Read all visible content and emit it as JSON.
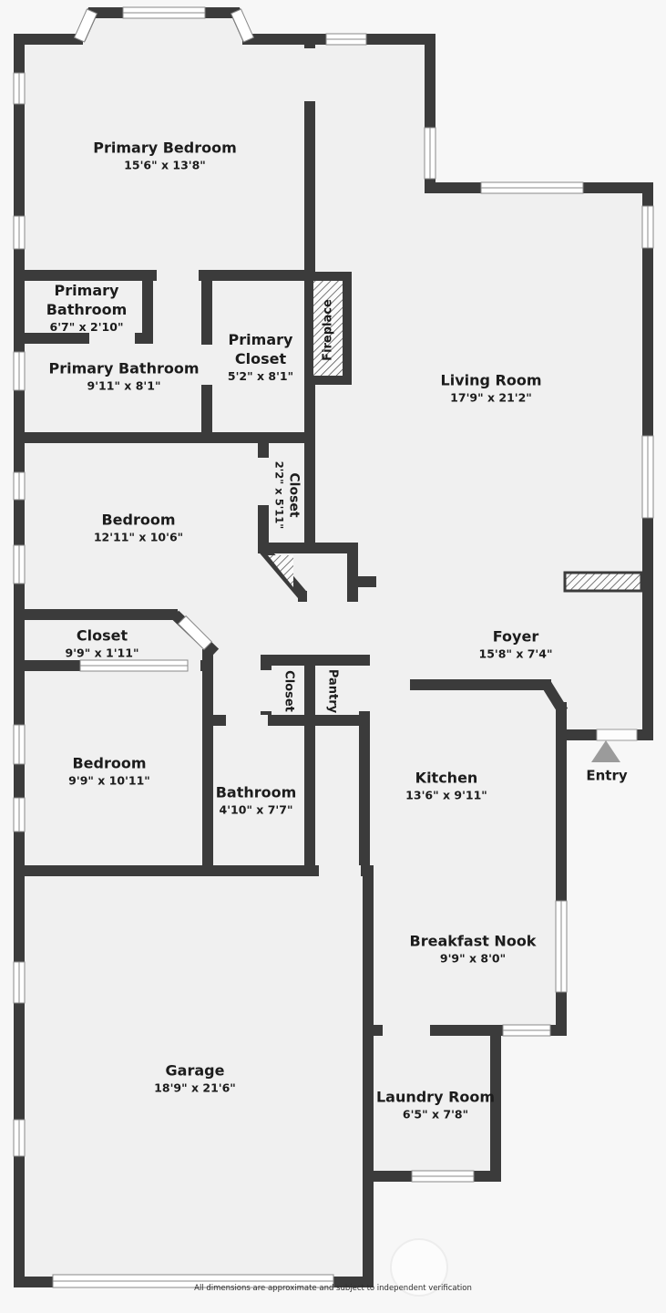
{
  "rooms": {
    "primary_bedroom": {
      "name": "Primary Bedroom",
      "dims": "15'6\" x 13'8\""
    },
    "primary_bathroom_small": {
      "name": "Primary Bathroom",
      "dims": "6'7\" x 2'10\""
    },
    "primary_bathroom": {
      "name": "Primary Bathroom",
      "dims": "9'11\" x 8'1\""
    },
    "primary_closet": {
      "name": "Primary Closet",
      "dims": "5'2\" x 8'1\""
    },
    "living_room": {
      "name": "Living Room",
      "dims": "17'9\" x 21'2\""
    },
    "hall_closet": {
      "name": "Closet",
      "dims": "2'2\" x 5'11\""
    },
    "bedroom_1": {
      "name": "Bedroom",
      "dims": "12'11\" x 10'6\""
    },
    "closet_long": {
      "name": "Closet",
      "dims": "9'9\" x 1'11\""
    },
    "foyer": {
      "name": "Foyer",
      "dims": "15'8\" x 7'4\""
    },
    "closet_small": {
      "name": "Closet",
      "dims": ""
    },
    "pantry": {
      "name": "Pantry",
      "dims": ""
    },
    "bedroom_2": {
      "name": "Bedroom",
      "dims": "9'9\" x 10'11\""
    },
    "bathroom": {
      "name": "Bathroom",
      "dims": "4'10\" x 7'7\""
    },
    "kitchen": {
      "name": "Kitchen",
      "dims": "13'6\" x 9'11\""
    },
    "breakfast_nook": {
      "name": "Breakfast Nook",
      "dims": "9'9\" x 8'0\""
    },
    "garage": {
      "name": "Garage",
      "dims": "18'9\" x 21'6\""
    },
    "laundry_room": {
      "name": "Laundry Room",
      "dims": "6'5\" x 7'8\""
    }
  },
  "features": {
    "fireplace": "Fireplace",
    "entry": "Entry"
  },
  "disclaimer": "All dimensions are approximate and subject to independent verification",
  "colors": {
    "wall": "#3b3b3b",
    "floor": "#f0f0f0",
    "page": "#f7f7f7",
    "window": "#ffffff",
    "entry_triangle": "#9b9b9b"
  }
}
